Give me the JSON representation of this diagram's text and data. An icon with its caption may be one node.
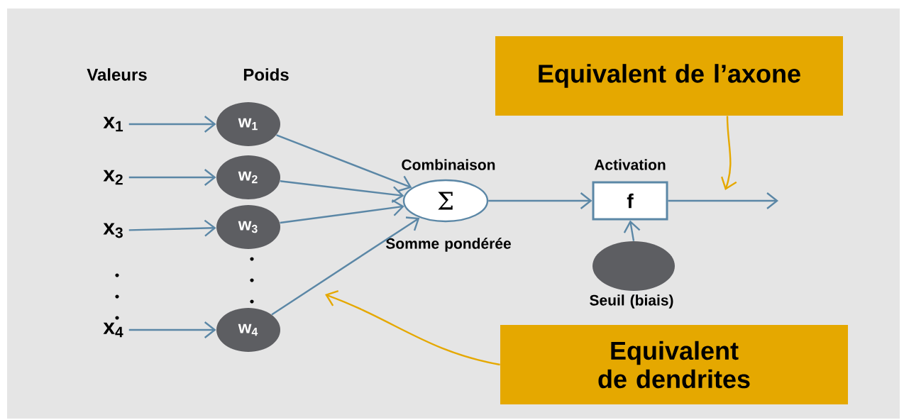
{
  "diagram": {
    "nodes": [
      {
        "text": [
          "x$_{1}$"
        ]
      },
      {
        "text": [
          "x$_{2}$"
        ]
      },
      {
        "text": [
          "x$_{3}$"
        ]
      },
      {
        "text": [
          "x$_{4}$"
        ]
      },
      {
        "text": [
          "w$_{1}$"
        ]
      },
      {
        "text": [
          "w$_{2}$"
        ]
      },
      {
        "text": [
          "w$_{3}$"
        ]
      },
      {
        "text": [
          "w$_{4}$"
        ]
      },
      {
        "text": [
          "Σ"
        ],
        "beside": [
          "Combinaison",
          "Somme pondérée"
        ]
      },
      {
        "text": [
          "f"
        ],
        "beside": [
          "Activation"
        ]
      },
      {
        "text": [],
        "shape": "circle",
        "beside": [
          "Seuil (biais)"
        ]
      },
      {
        "text": [
          "Equivalent de l’axone"
        ]
      },
      {
        "text": [
          "Equivalent de dendrites"
        ]
      }
    ],
    "edges": [
      {
        "from": 0,
        "to": 4,
        "arrow": "to"
      },
      {
        "from": 1,
        "to": 5,
        "arrow": "to"
      },
      {
        "from": 2,
        "to": 6,
        "arrow": "to"
      },
      {
        "from": 3,
        "to": 7,
        "arrow": "to"
      },
      {
        "from": 4,
        "to": 8,
        "arrow": "to"
      },
      {
        "from": 5,
        "to": 8,
        "arrow": "to"
      },
      {
        "from": 6,
        "to": 8,
        "arrow": "to"
      },
      {
        "from": 7,
        "to": 8,
        "arrow": "to"
      },
      {
        "from": 8,
        "to": 9,
        "arrow": "to"
      },
      {
        "from": 10,
        "to": 9,
        "arrow": "to"
      },
      {
        "from": 9,
        "to": null,
        "arrow": "to"
      },
      {
        "from": 11,
        "to": null,
        "arrow": "to",
        "color": "#e5a800"
      },
      {
        "from": 12,
        "to": null,
        "arrow": "to",
        "color": "#e5a800"
      }
    ],
    "labels": [
      "Valeurs",
      "Poids"
    ]
  }
}
